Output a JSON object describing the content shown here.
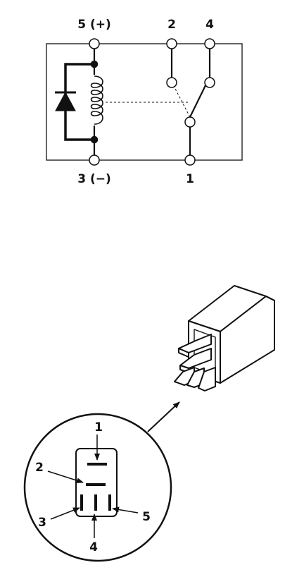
{
  "schematic": {
    "terminals": {
      "t5": "5 (+)",
      "t3": "3 (−)",
      "t2": "2",
      "t4": "4",
      "t1": "1"
    }
  },
  "connector": {
    "callouts": {
      "c1": "1",
      "c2": "2",
      "c3": "3",
      "c4": "4",
      "c5": "5"
    }
  }
}
